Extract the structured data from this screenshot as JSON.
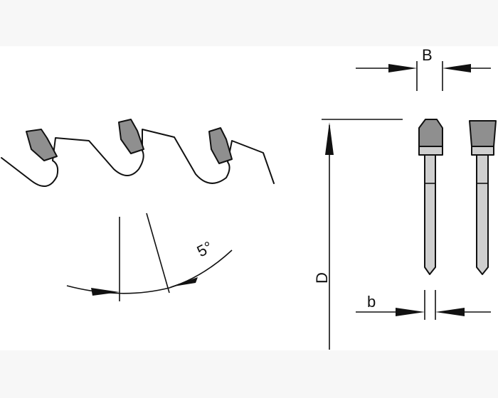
{
  "labels": {
    "B": "B",
    "D": "D",
    "b": "b",
    "angle": "5°"
  },
  "colors": {
    "line": "#111111",
    "tooth_tip_fill": "#8f8f8f",
    "body_fill": "#cfcfcf",
    "background": "#ffffff",
    "margin": "#f7f7f7"
  }
}
